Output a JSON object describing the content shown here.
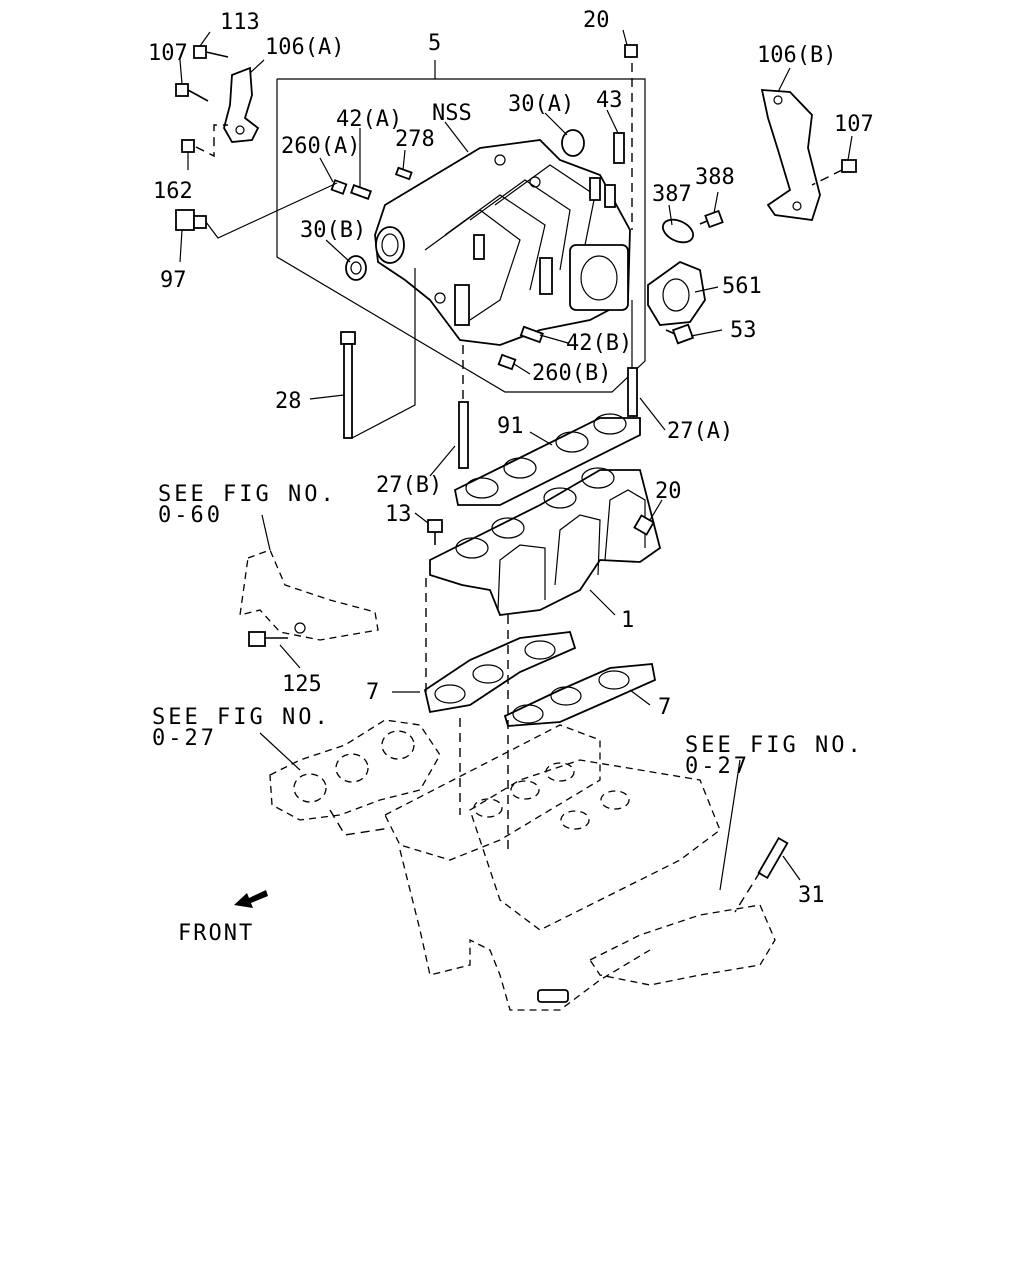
{
  "callouts": [
    {
      "id": "c113",
      "text": "113"
    },
    {
      "id": "c107a",
      "text": "107"
    },
    {
      "id": "c106a",
      "text": "106(A)"
    },
    {
      "id": "c5",
      "text": "5"
    },
    {
      "id": "c20a",
      "text": "20"
    },
    {
      "id": "c106b",
      "text": "106(B)"
    },
    {
      "id": "c107b",
      "text": "107"
    },
    {
      "id": "c42a",
      "text": "42(A)"
    },
    {
      "id": "cnss",
      "text": "NSS"
    },
    {
      "id": "c30a",
      "text": "30(A)"
    },
    {
      "id": "c43",
      "text": "43"
    },
    {
      "id": "c260a",
      "text": "260(A)"
    },
    {
      "id": "c278",
      "text": "278"
    },
    {
      "id": "c387",
      "text": "387"
    },
    {
      "id": "c388",
      "text": "388"
    },
    {
      "id": "c162",
      "text": "162"
    },
    {
      "id": "c30b",
      "text": "30(B)"
    },
    {
      "id": "c97",
      "text": "97"
    },
    {
      "id": "c561",
      "text": "561"
    },
    {
      "id": "c53",
      "text": "53"
    },
    {
      "id": "c42b",
      "text": "42(B)"
    },
    {
      "id": "c260b",
      "text": "260(B)"
    },
    {
      "id": "c28",
      "text": "28"
    },
    {
      "id": "c27a",
      "text": "27(A)"
    },
    {
      "id": "c91",
      "text": "91"
    },
    {
      "id": "c27b",
      "text": "27(B)"
    },
    {
      "id": "c20b",
      "text": "20"
    },
    {
      "id": "c13",
      "text": "13"
    },
    {
      "id": "c1",
      "text": "1"
    },
    {
      "id": "c125",
      "text": "125"
    },
    {
      "id": "c7a",
      "text": "7"
    },
    {
      "id": "c7b",
      "text": "7"
    },
    {
      "id": "c31",
      "text": "31"
    }
  ],
  "references": {
    "fig060": [
      "SEE FIG NO.",
      "0-60"
    ],
    "fig027a": [
      "SEE FIG NO.",
      "0-27"
    ],
    "fig027b": [
      "SEE FIG NO.",
      "0-27"
    ]
  },
  "front_label": "FRONT",
  "icons": {
    "front_arrow": "arrow-down-left-icon"
  }
}
